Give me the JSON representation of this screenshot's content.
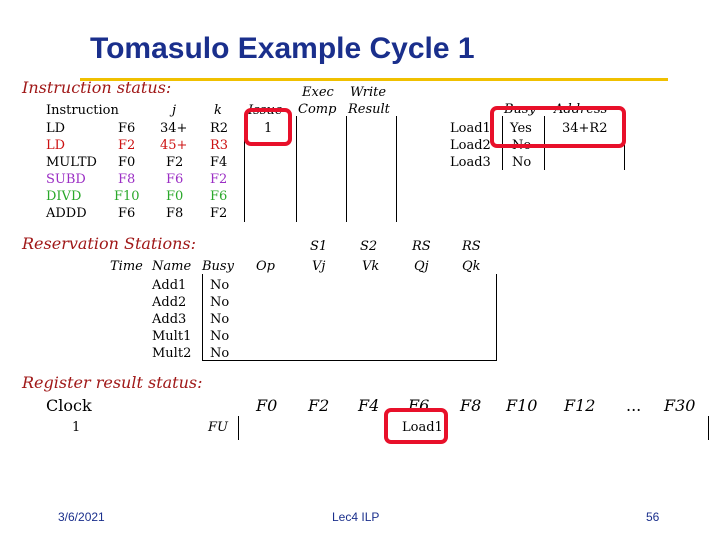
{
  "title": "Tomasulo Example Cycle 1",
  "colors": {
    "title": "#1a2f8c",
    "section": "#a01818",
    "accent_rule": "#f0c000",
    "highlight": "#e8102a",
    "ld2": "#cc1111",
    "subd": "#9b2ec4",
    "divd": "#2aa82a"
  },
  "instruction_status": {
    "heading": "Instruction status:",
    "headers": {
      "instruction": "Instruction",
      "j": "j",
      "k": "k",
      "issue": "Issue",
      "exec": "Exec",
      "exec2": "Comp",
      "write": "Write",
      "write2": "Result"
    },
    "rows": [
      {
        "op": "LD",
        "dest": "F6",
        "j": "34+",
        "k": "R2",
        "issue": "1"
      },
      {
        "op": "LD",
        "dest": "F2",
        "j": "45+",
        "k": "R3",
        "issue": ""
      },
      {
        "op": "MULTD",
        "dest": "F0",
        "j": "F2",
        "k": "F4",
        "issue": ""
      },
      {
        "op": "SUBD",
        "dest": "F8",
        "j": "F6",
        "k": "F2",
        "issue": ""
      },
      {
        "op": "DIVD",
        "dest": "F10",
        "j": "F0",
        "k": "F6",
        "issue": ""
      },
      {
        "op": "ADDD",
        "dest": "F6",
        "j": "F8",
        "k": "F2",
        "issue": ""
      }
    ]
  },
  "load_buffers": {
    "headers": {
      "busy": "Busy",
      "address": "Address"
    },
    "rows": [
      {
        "name": "Load1",
        "busy": "Yes",
        "address": "34+R2"
      },
      {
        "name": "Load2",
        "busy": "No",
        "address": ""
      },
      {
        "name": "Load3",
        "busy": "No",
        "address": ""
      }
    ]
  },
  "reservation_stations": {
    "heading": "Reservation Stations:",
    "headers": {
      "time": "Time",
      "name": "Name",
      "busy": "Busy",
      "op": "Op",
      "s1": "S1",
      "vj": "Vj",
      "s2": "S2",
      "vk": "Vk",
      "rs1": "RS",
      "qj": "Qj",
      "rs2": "RS",
      "qk": "Qk"
    },
    "rows": [
      {
        "name": "Add1",
        "busy": "No"
      },
      {
        "name": "Add2",
        "busy": "No"
      },
      {
        "name": "Add3",
        "busy": "No"
      },
      {
        "name": "Mult1",
        "busy": "No"
      },
      {
        "name": "Mult2",
        "busy": "No"
      }
    ]
  },
  "register_status": {
    "heading": "Register result status:",
    "clock_label": "Clock",
    "clock_value": "1",
    "fu_label": "FU",
    "registers": [
      "F0",
      "F2",
      "F4",
      "F6",
      "F8",
      "F10",
      "F12",
      "...",
      "F30"
    ],
    "fu_values": [
      "",
      "",
      "",
      "Load1",
      "",
      "",
      "",
      "",
      ""
    ]
  },
  "footer": {
    "date": "3/6/2021",
    "center": "Lec4 ILP",
    "page": "56"
  }
}
